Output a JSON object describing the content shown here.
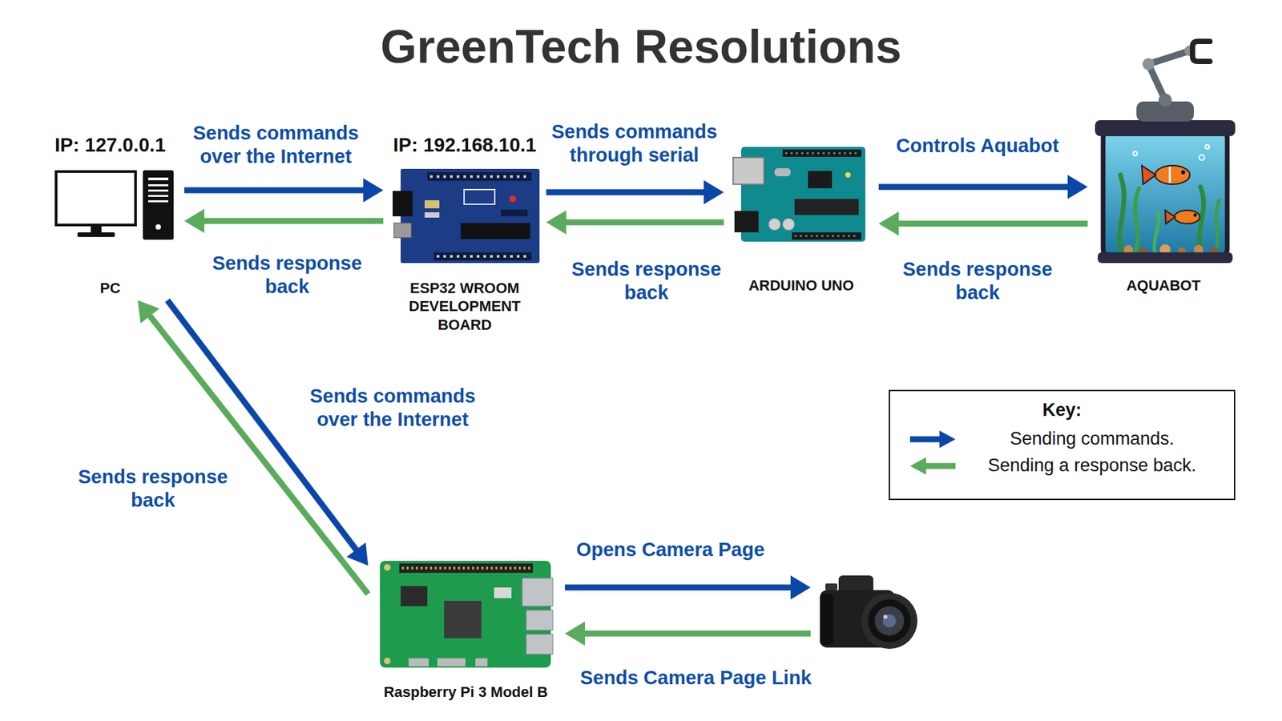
{
  "diagram": {
    "title": "GreenTech Resolutions",
    "nodes": [
      {
        "text": [
          "IP: 127.0.0.1",
          "PC"
        ]
      },
      {
        "text": [
          "IP: 192.168.10.1",
          "ESP32 WROOM DEVELOPMENT BOARD"
        ]
      },
      {
        "text": [
          "ARDUINO UNO"
        ]
      },
      {
        "text": [
          "AQUABOT"
        ]
      },
      {
        "text": [
          "Raspberry Pi 3 Model B"
        ]
      },
      {
        "text": []
      }
    ],
    "edges": [
      {
        "from": 0,
        "to": 1,
        "label": "Sends commands over the Internet",
        "arrow": "to"
      },
      {
        "from": 1,
        "to": 0,
        "label": "Sends response back",
        "arrow": "to"
      },
      {
        "from": 1,
        "to": 2,
        "label": "Sends commands through serial",
        "arrow": "to"
      },
      {
        "from": 2,
        "to": 1,
        "label": "Sends response back",
        "arrow": "to"
      },
      {
        "from": 2,
        "to": 3,
        "label": "Controls Aquabot",
        "arrow": "to"
      },
      {
        "from": 3,
        "to": 2,
        "label": "Sends response back",
        "arrow": "to"
      },
      {
        "from": 0,
        "to": 4,
        "label": "Sends commands over the Internet",
        "arrow": "to"
      },
      {
        "from": 4,
        "to": 0,
        "label": "Sends response back",
        "arrow": "to"
      },
      {
        "from": 4,
        "to": 5,
        "label": "Opens Camera Page",
        "arrow": "to"
      },
      {
        "from": 5,
        "to": 4,
        "label": "Sends Camera Page Link",
        "arrow": "to"
      }
    ],
    "labels": [
      "Key:"
    ],
    "legend": [
      {
        "text": "Sending commands."
      },
      {
        "text": "Sending a response back."
      }
    ]
  }
}
